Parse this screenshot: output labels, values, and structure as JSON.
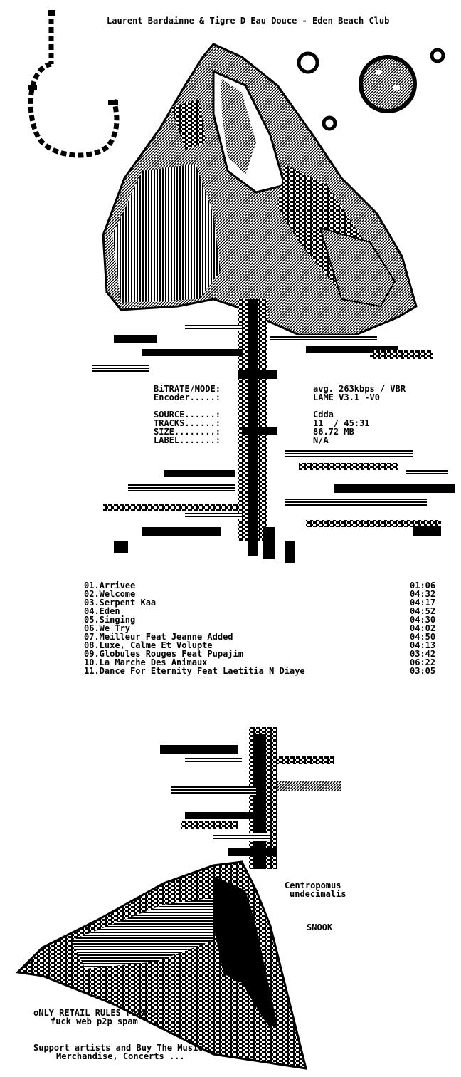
{
  "header": {
    "title": "Laurent Bardainne & Tigre D Eau Douce - Eden Beach Club"
  },
  "info": [
    {
      "key": "BiTRATE/MODE:",
      "value": "avg. 263kbps / VBR"
    },
    {
      "key": "Encoder.....:",
      "value": "LAME V3.1 -V0"
    },
    {
      "key": "",
      "value": ""
    },
    {
      "key": "SOURCE......:",
      "value": "Cdda"
    },
    {
      "key": "TRACKS......:",
      "value": "11  / 45:31"
    },
    {
      "key": "SIZE........:",
      "value": "86.72 MB"
    },
    {
      "key": "LABEL.......:",
      "value": "N/A"
    }
  ],
  "tracks": [
    {
      "label": "01.Arrivee",
      "time": "01:06"
    },
    {
      "label": "02.Welcome",
      "time": "04:32"
    },
    {
      "label": "03.Serpent Kaa",
      "time": "04:17"
    },
    {
      "label": "04.Eden",
      "time": "04:52"
    },
    {
      "label": "05.Singing",
      "time": "04:30"
    },
    {
      "label": "06.We Try",
      "time": "04:02"
    },
    {
      "label": "07.Meilleur Feat Jeanne Added",
      "time": "04:50"
    },
    {
      "label": "08.Luxe, Calme Et Volupte",
      "time": "04:13"
    },
    {
      "label": "09.Globules Rouges Feat Pupajim",
      "time": "03:42"
    },
    {
      "label": "10.La Marche Des Animaux",
      "time": "06:22"
    },
    {
      "label": "11.Dance For Eternity Feat Laetitia N Diaye",
      "time": "03:05"
    }
  ],
  "fish": {
    "species_line1": "Centropomus",
    "species_line2": "undecimalis",
    "name": "SNOOK"
  },
  "footer": {
    "line1": "oNLY RETAIL RULES roXx !",
    "line2": "fuck web p2p spam",
    "line3": "Support artists and Buy The Music,",
    "line4": "Merchandise, Concerts ..."
  },
  "colors": {
    "ink": "#000000",
    "paper": "#ffffff"
  },
  "icons": {
    "moon": "moon-icon",
    "bubble": "bubble-icon",
    "fish_hook": "hook-icon"
  }
}
